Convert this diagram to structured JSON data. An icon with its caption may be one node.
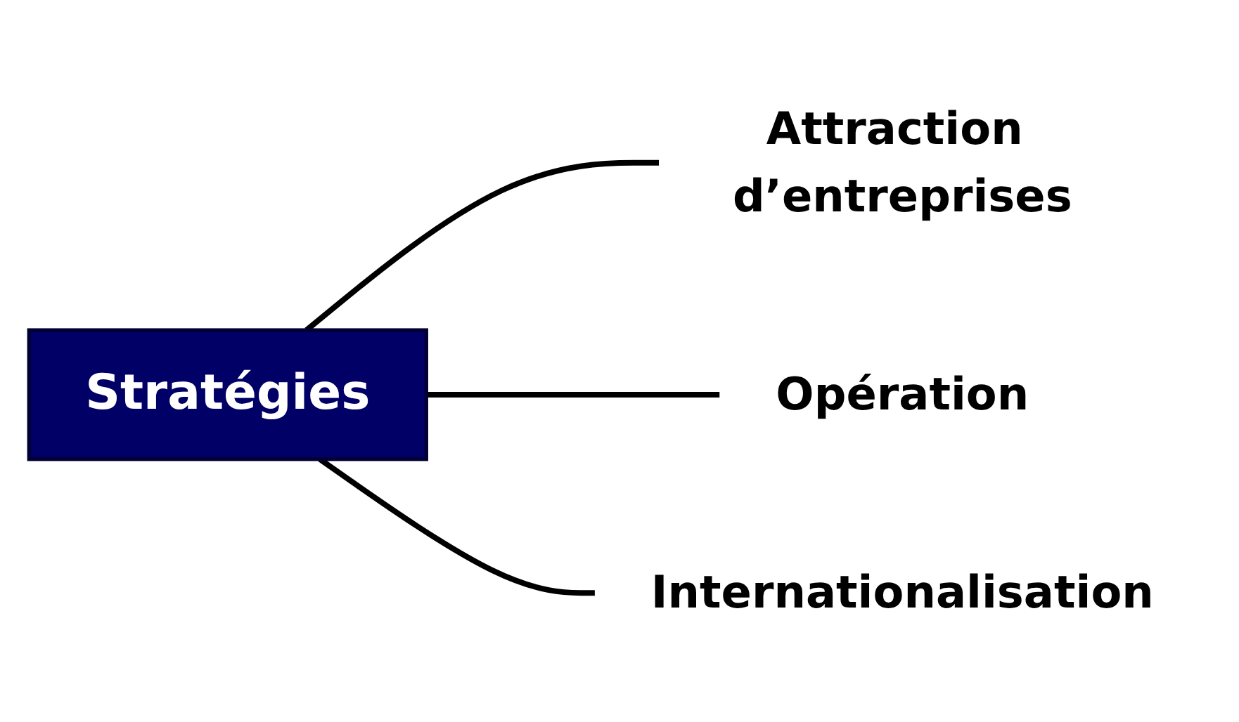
{
  "diagram": {
    "nodes": [
      {
        "text": [
          "Stratégies"
        ]
      },
      {
        "text": [
          "Attraction d’entreprises"
        ]
      },
      {
        "text": [
          "Opération"
        ]
      },
      {
        "text": [
          "Internationalisation"
        ]
      }
    ],
    "edges": [
      {
        "from": 0,
        "to": 1,
        "arrow": "none"
      },
      {
        "from": 0,
        "to": 2,
        "arrow": "none"
      },
      {
        "from": 0,
        "to": 3,
        "arrow": "none"
      }
    ]
  }
}
